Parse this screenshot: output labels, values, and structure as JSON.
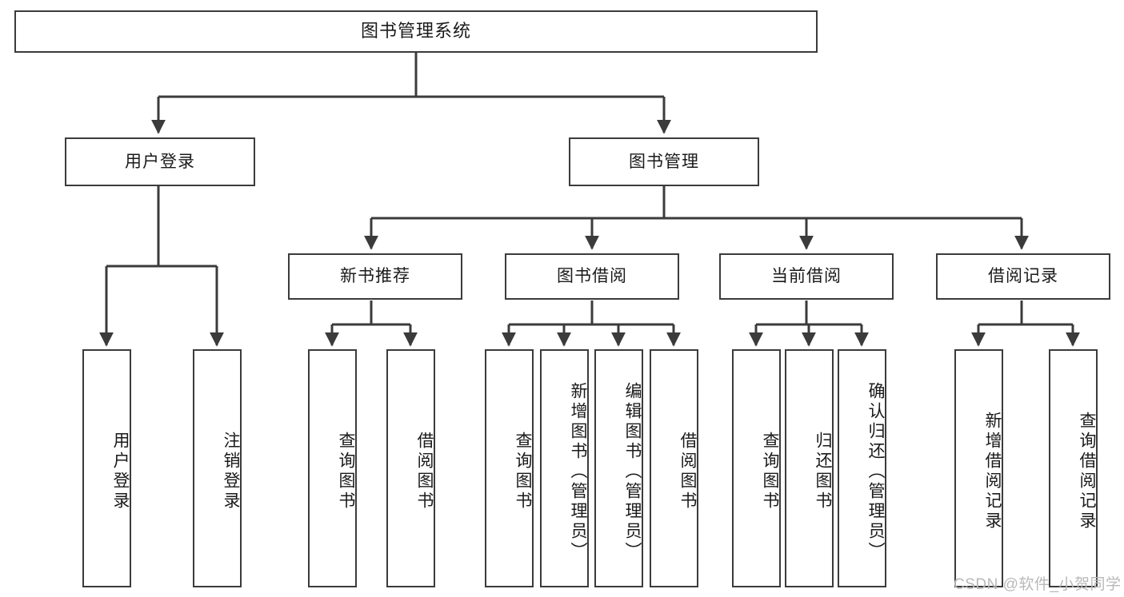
{
  "diagram": {
    "title": "图书管理系统",
    "type": "tree",
    "orientation": "top-down",
    "colors": {
      "node_border": "#3b3b3b",
      "node_fill": "#ffffff",
      "edge": "#3b3b3b",
      "text": "#1a1a1a",
      "watermark": "#b9b9b9",
      "background": "#ffffff"
    },
    "root": {
      "label": "图书管理系统"
    },
    "level2": [
      {
        "label": "用户登录"
      },
      {
        "label": "图书管理"
      }
    ],
    "level3": [
      {
        "label": "新书推荐"
      },
      {
        "label": "图书借阅"
      },
      {
        "label": "当前借阅"
      },
      {
        "label": "借阅记录"
      }
    ],
    "leaves": {
      "user_login": [
        {
          "label": "用户登录"
        },
        {
          "label": "注销登录"
        }
      ],
      "new_book_recommend": [
        {
          "label": "查询图书"
        },
        {
          "label": "借阅图书"
        }
      ],
      "book_borrow": [
        {
          "label": "查询图书"
        },
        {
          "label": "新增图书（管理员）"
        },
        {
          "label": "编辑图书（管理员）"
        },
        {
          "label": "借阅图书"
        }
      ],
      "current_borrow": [
        {
          "label": "查询图书"
        },
        {
          "label": "归还图书"
        },
        {
          "label": "确认归还（管理员）"
        }
      ],
      "borrow_record": [
        {
          "label": "新增借阅记录"
        },
        {
          "label": "查询借阅记录"
        }
      ]
    }
  },
  "watermark": {
    "text": "CSDN @软件_小贺同学"
  }
}
